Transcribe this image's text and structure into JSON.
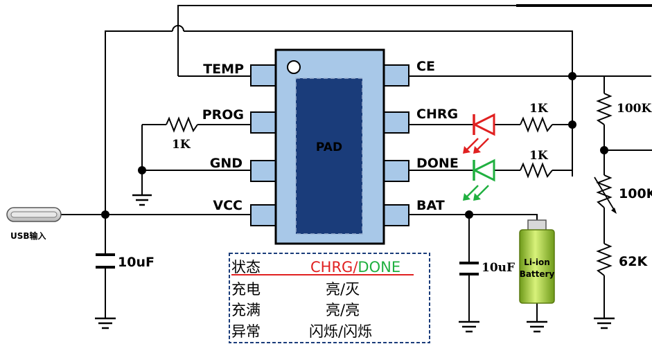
{
  "pins_left": [
    "TEMP",
    "PROG",
    "GND",
    "VCC"
  ],
  "pins_right": [
    "CE",
    "CHRG",
    "DONE",
    "BAT"
  ],
  "pad_label": "PAD",
  "resistors": {
    "prog": "1K",
    "chrg": "1K",
    "done": "1K",
    "top": "100K",
    "pot": "100K",
    "bottom": "62K"
  },
  "capacitors": {
    "input": "10uF",
    "output": "10uF"
  },
  "usb_label": "USB输入",
  "battery": {
    "line1": "Li-ion",
    "line2": "Battery"
  },
  "status_table": {
    "header_state": "状态",
    "header_chrg": "CHRG",
    "header_slash": "/",
    "header_done": "DONE",
    "rows": [
      {
        "state": "充电",
        "value": "亮/灭"
      },
      {
        "state": "充满",
        "value": "亮/亮"
      },
      {
        "state": "异常",
        "value": "闪烁/闪烁"
      }
    ]
  },
  "colors": {
    "chip_body": "#a8c8e8",
    "pad": "#1a3c7a",
    "red_led": "#e02020",
    "green_led": "#20b040",
    "battery_green": "#9acd32"
  }
}
